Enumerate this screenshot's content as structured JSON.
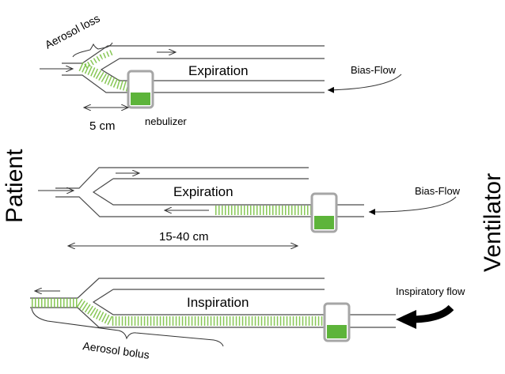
{
  "labels": {
    "patient": "Patient",
    "ventilator": "Ventilator",
    "aerosol_loss": "Aerosol loss",
    "expiration": "Expiration",
    "inspiration": "Inspiration",
    "bias_flow": "Bias-Flow",
    "inspiratory_flow": "Inspiratory flow",
    "nebulizer": "nebulizer",
    "distance_short": "5 cm",
    "distance_long": "15-40 cm",
    "aerosol_bolus": "Aerosol bolus"
  },
  "colors": {
    "aerosol": "#7ac143",
    "liquid": "#5db43a",
    "tube": "#4a4a4a",
    "nebulizer_outline": "#a6a6a6"
  }
}
